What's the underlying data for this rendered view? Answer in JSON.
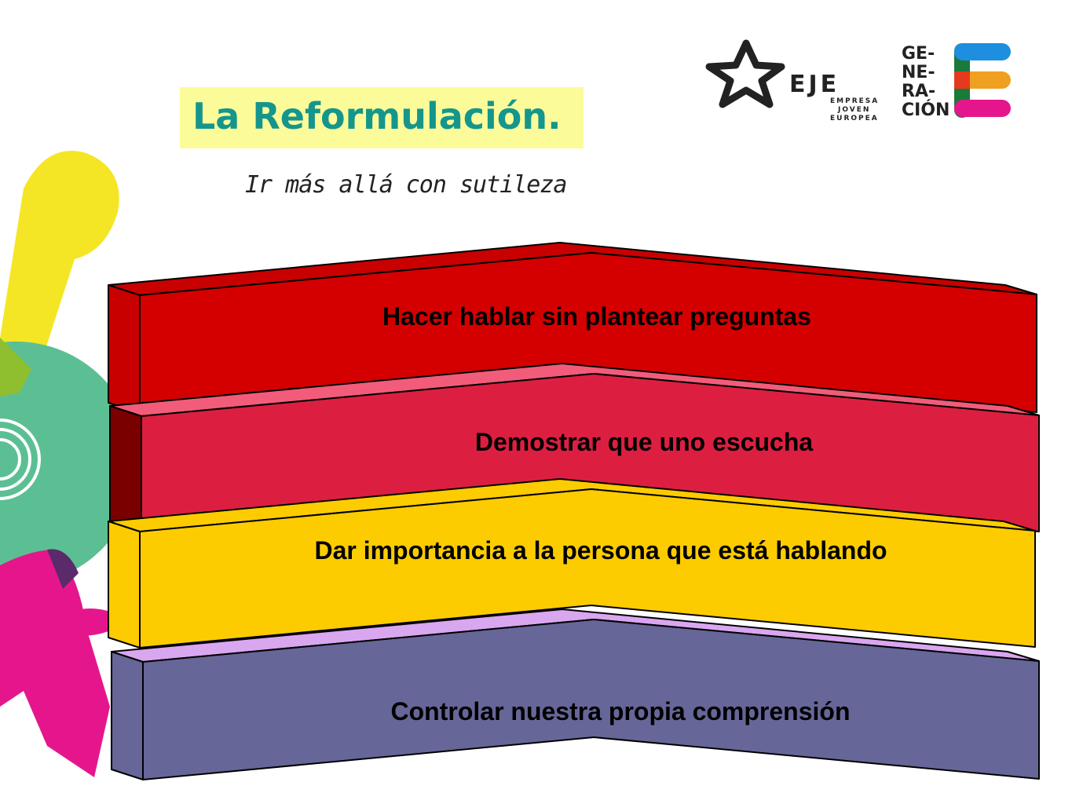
{
  "slide": {
    "title": "La Reformulación.",
    "subtitle": "Ir más allá con sutileza"
  },
  "logos": {
    "eje": {
      "wordmark": "EJE",
      "lines": [
        "EMPRESA",
        "JOVEN",
        "EUROPEA"
      ]
    },
    "generacion": {
      "lines": [
        "GE-",
        "NE-",
        "RA-",
        "CIÓN"
      ]
    }
  },
  "bands": [
    {
      "label": "Hacer hablar sin plantear preguntas",
      "color": "#d40000",
      "top_color": "#c80000",
      "side_color": "#c80000"
    },
    {
      "label": "Demostrar que uno escucha",
      "color": "#dc1f40",
      "top_color": "#f25c7a",
      "side_color": "#7a0000"
    },
    {
      "label": "Dar importancia  a la persona que está hablando",
      "color": "#fccc00",
      "top_color": "#fccc00",
      "side_color": "#fccc00"
    },
    {
      "label": "Controlar nuestra propia comprensión",
      "color": "#666699",
      "top_color": "#d9a6f0",
      "side_color": "#666699"
    }
  ],
  "colors": {
    "title": "#14968c",
    "title_bg": "#fbfb9a",
    "deco_yellow": "#f4e625",
    "deco_green": "#5cbf94",
    "deco_pink": "#e5168c"
  }
}
